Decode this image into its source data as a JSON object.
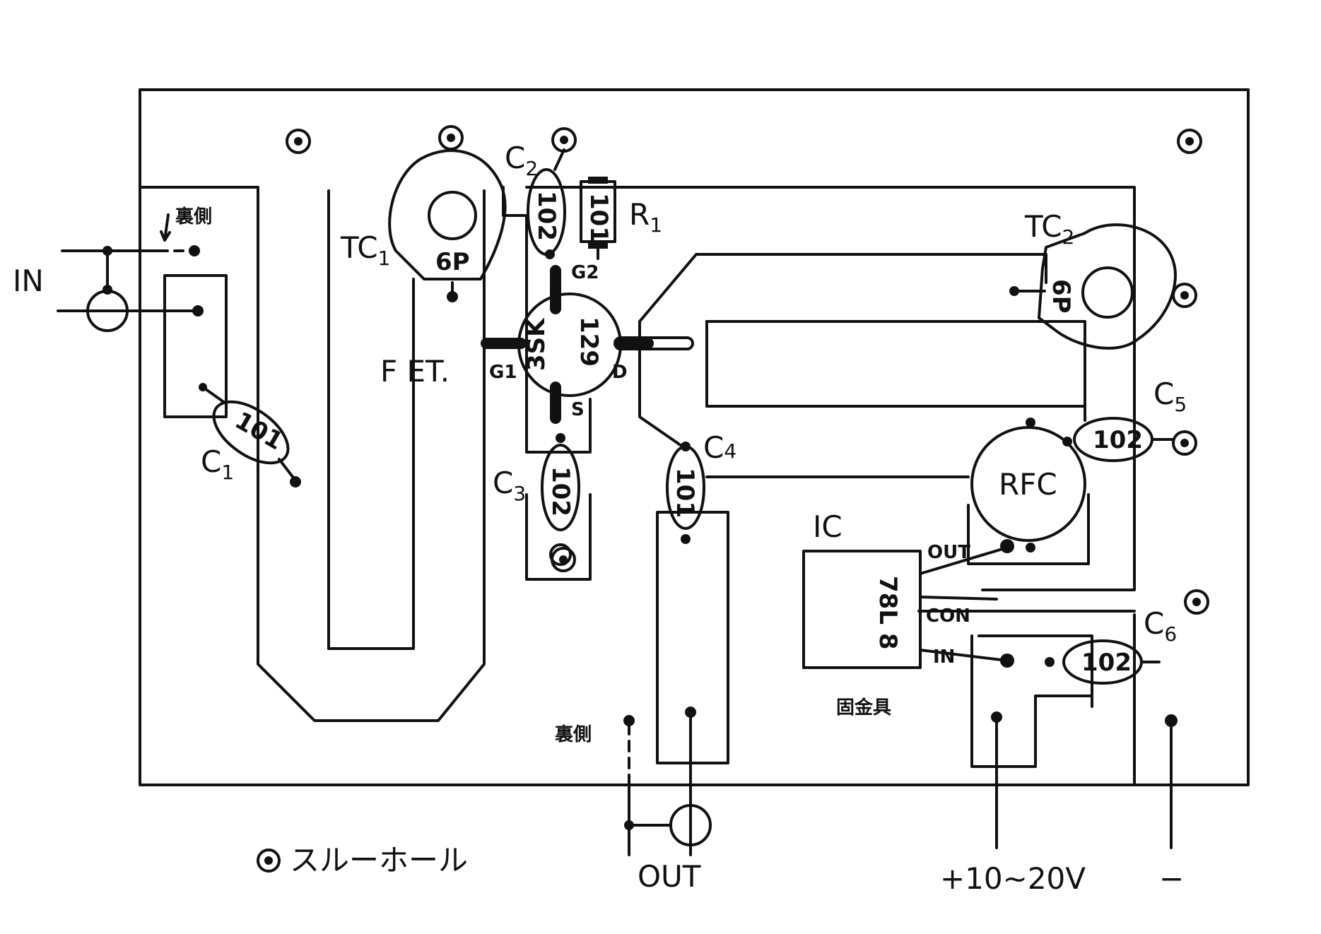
{
  "terminals": {
    "in": "IN",
    "out": "OUT",
    "plus": "+10~20V",
    "minus": "−"
  },
  "back_side_note": "裏側",
  "legend": {
    "through_hole": "スルーホール"
  },
  "components": {
    "tc1": {
      "label": "TC",
      "sub": "1",
      "value": "6P"
    },
    "tc2": {
      "label": "TC",
      "sub": "2",
      "value": "6P"
    },
    "c1": {
      "label": "C",
      "sub": "1",
      "code": "101"
    },
    "c2": {
      "label": "C",
      "sub": "2",
      "code": "102"
    },
    "c3": {
      "label": "C",
      "sub": "3",
      "code": "102"
    },
    "c4": {
      "label": "C",
      "sub": "4",
      "code": "101"
    },
    "c5": {
      "label": "C",
      "sub": "5",
      "code": "102"
    },
    "c6": {
      "label": "C",
      "sub": "6",
      "code": "102"
    },
    "r1": {
      "label": "R",
      "sub": "1",
      "code": "101"
    },
    "fet": {
      "label": "F ET.",
      "part_line1": "3SK",
      "part_line2": "129",
      "pins": {
        "g1": "G1",
        "g2": "G2",
        "s": "S",
        "d": "D"
      }
    },
    "rfc": {
      "label": "RFC"
    },
    "ic": {
      "label": "IC",
      "part": "78L 8",
      "pins": {
        "out": "OUT",
        "con": "CON",
        "in": "IN"
      },
      "note": "固金具"
    }
  },
  "colors": {
    "ink": "#111111",
    "paper": "#ffffff"
  }
}
